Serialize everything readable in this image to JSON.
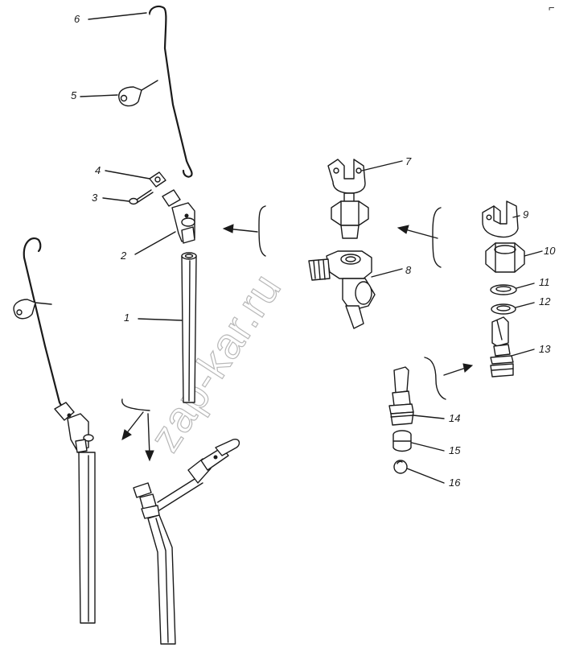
{
  "callouts": [
    "1",
    "2",
    "3",
    "4",
    "5",
    "6",
    "7",
    "8",
    "9",
    "10",
    "11",
    "12",
    "13",
    "14",
    "15",
    "16"
  ],
  "watermark": "zap-kar.ru",
  "corner_mark": "⌐"
}
